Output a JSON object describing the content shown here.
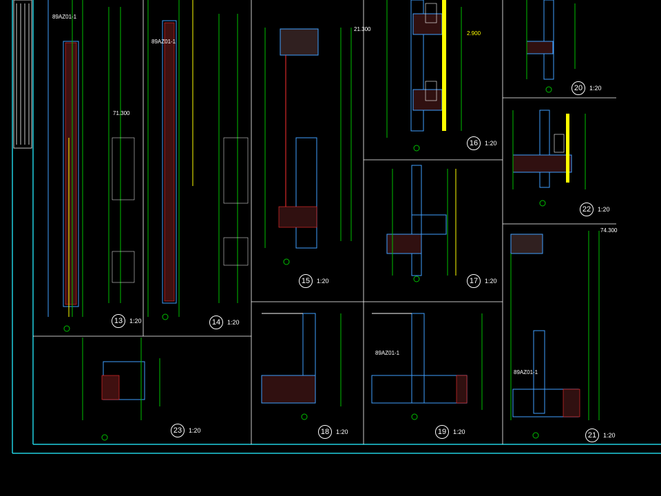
{
  "details": [
    {
      "num": "13",
      "scale": "1:20"
    },
    {
      "num": "14",
      "scale": "1:20"
    },
    {
      "num": "15",
      "scale": "1:20"
    },
    {
      "num": "16",
      "scale": "1:20"
    },
    {
      "num": "17",
      "scale": "1:20"
    },
    {
      "num": "18",
      "scale": "1:20"
    },
    {
      "num": "19",
      "scale": "1:20"
    },
    {
      "num": "20",
      "scale": "1:20"
    },
    {
      "num": "21",
      "scale": "1:20"
    },
    {
      "num": "22",
      "scale": "1:20"
    },
    {
      "num": "23",
      "scale": "1:20"
    }
  ],
  "tags": {
    "a": "89AZ01-1",
    "b": "89AZ01-1",
    "c": "89AZ01-1",
    "d": "89AZ01-1"
  },
  "elevations": {
    "e1": "2.900",
    "e2": "71.300",
    "e3": "74.300",
    "e4": "21.300"
  },
  "colors": {
    "frame": "#20d0e0",
    "line": "#00c000",
    "wall": "#40a0ff",
    "hatch": "#ff3030",
    "accent": "#ffff00",
    "text": "#ffffff"
  }
}
